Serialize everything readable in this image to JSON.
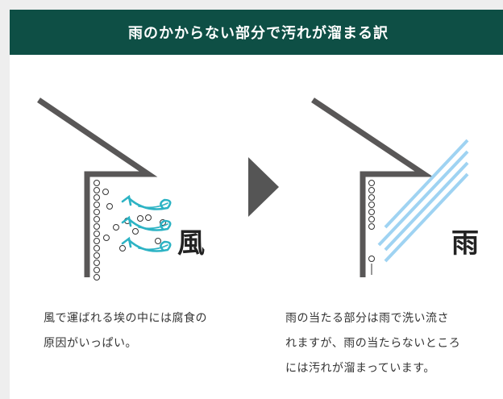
{
  "header": {
    "title": "雨のかからない部分で汚れが溜まる訳"
  },
  "left_panel": {
    "big_char": "風",
    "caption_lines": [
      "風で運ばれる埃の中には腐食の",
      "原因がいっぱい。"
    ]
  },
  "right_panel": {
    "big_char": "雨",
    "caption_lines": [
      "雨の当たる部分は雨で洗い流さ",
      "れますが、雨の当たらないところ",
      "には汚れが溜まっています。"
    ]
  },
  "colors": {
    "header_bg": "#0e4f45",
    "roof": "#595757",
    "wind": "#2cb3c4",
    "rain": "#9fd3f2",
    "page_bg": "#eeeeee"
  }
}
